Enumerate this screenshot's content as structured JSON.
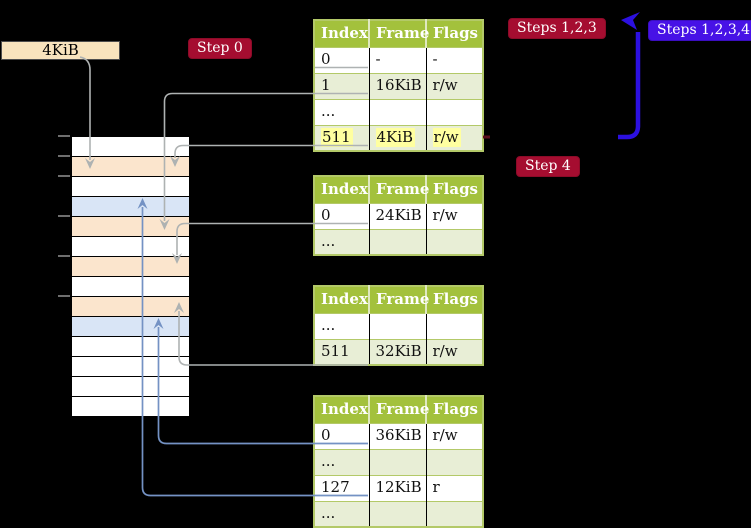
{
  "diagram": {
    "frame_box_label": "4KiB",
    "badges": {
      "step0": {
        "label": "Step 0",
        "color": "#a50d30"
      },
      "steps123": {
        "label": "Steps 1,2,3",
        "color": "#a50d30"
      },
      "steps1234": {
        "label": "Steps 1,2,3,4",
        "color": "#4712e6"
      },
      "step4": {
        "label": "Step 4",
        "color": "#a50d30"
      }
    },
    "memory": {
      "rows": [
        "white",
        "peach",
        "white",
        "blue",
        "peach",
        "white",
        "peach",
        "white",
        "peach",
        "blue",
        "white",
        "white",
        "white",
        "white"
      ]
    },
    "tables": [
      {
        "id": "page-table-1",
        "headers": [
          "Index",
          "Frame",
          "Flags"
        ],
        "rows": [
          [
            "0",
            "-",
            "-"
          ],
          [
            "1",
            "16KiB",
            "r/w"
          ],
          [
            "...",
            "",
            ""
          ],
          [
            "511",
            "4KiB",
            "r/w"
          ]
        ],
        "highlight_row": 3
      },
      {
        "id": "page-table-2",
        "headers": [
          "Index",
          "Frame",
          "Flags"
        ],
        "rows": [
          [
            "0",
            "24KiB",
            "r/w"
          ],
          [
            "...",
            "",
            ""
          ]
        ],
        "highlight_row": -1
      },
      {
        "id": "page-table-3",
        "headers": [
          "Index",
          "Frame",
          "Flags"
        ],
        "rows": [
          [
            "...",
            "",
            ""
          ],
          [
            "511",
            "32KiB",
            "r/w"
          ]
        ],
        "highlight_row": -1
      },
      {
        "id": "page-table-4",
        "headers": [
          "Index",
          "Frame",
          "Flags"
        ],
        "rows": [
          [
            "0",
            "36KiB",
            "r/w"
          ],
          [
            "...",
            "",
            ""
          ],
          [
            "127",
            "12KiB",
            "r"
          ],
          [
            "...",
            "",
            ""
          ]
        ],
        "highlight_row": -1
      }
    ],
    "colors": {
      "table_header_bg": "#a3c13c",
      "table_border": "#b3c968",
      "table_row_alt": "#e8eed6",
      "row_highlight": "#ffffa0",
      "badge_red": "#a50d30",
      "badge_blue": "#4712e6",
      "arrow_gray": "#aeb2b2",
      "arrow_blue_thin": "#7492c4",
      "arrow_blue_thick": "#2c10e0",
      "memory_peach": "#fbe5cd",
      "memory_blue": "#d9e5f6",
      "frame_box_bg": "#f8e3bd"
    }
  }
}
